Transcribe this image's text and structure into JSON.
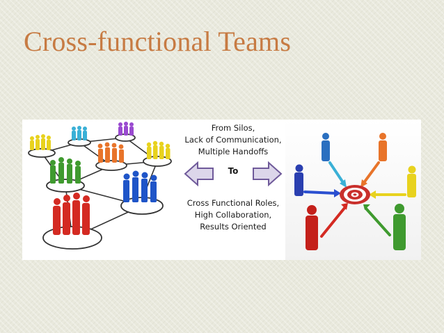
{
  "slide": {
    "title": "Cross-functional Teams"
  },
  "banner": {
    "from_lines": [
      "From Silos,",
      "Lack of Communication,",
      "Multiple Handoffs"
    ],
    "to_label": "To",
    "result_lines": [
      "Cross Functional Roles,",
      "High Collaboration,",
      "Results Oriented"
    ]
  },
  "colors": {
    "title": "#c77b43",
    "arrow_fill": "#dcd6ea",
    "arrow_stroke": "#6f5a9a",
    "team_yellow": "#e8d21e",
    "team_cyan": "#3ab0d6",
    "team_purple": "#9a4ad0",
    "team_orange": "#e8742a",
    "team_green": "#3f9a2f",
    "team_blue": "#1f55c8",
    "team_red": "#d42a22"
  }
}
